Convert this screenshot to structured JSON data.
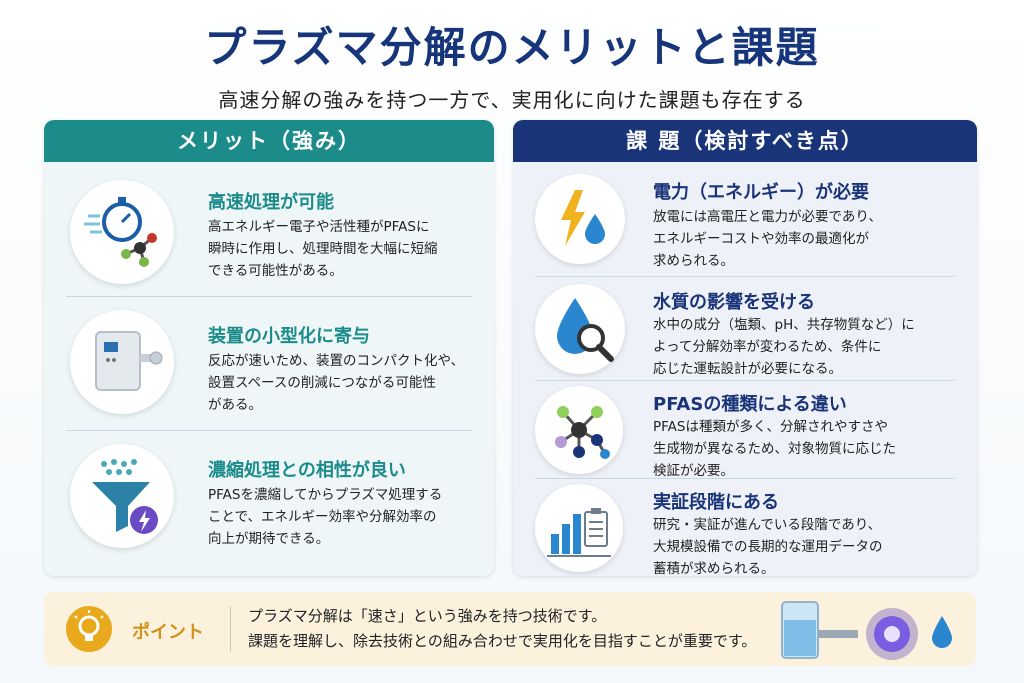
{
  "title": "プラズマ分解のメリットと課題",
  "subtitle": "高速分解の強みを持つ一方で、実用化に向けた課題も存在する",
  "merits": {
    "heading": "メリット（強み）",
    "items": [
      {
        "title": "高速処理が可能",
        "lines": [
          "高エネルギー電子や活性種がPFASに",
          "瞬時に作用し、処理時間を大幅に短縮",
          "できる可能性がある。"
        ],
        "icon": "stopwatch-molecule-icon"
      },
      {
        "title": "装置の小型化に寄与",
        "lines": [
          "反応が速いため、装置のコンパクト化や、",
          "設置スペースの削減につながる可能性",
          "がある。"
        ],
        "icon": "compact-device-icon"
      },
      {
        "title": "濃縮処理との相性が良い",
        "lines": [
          "PFASを濃縮してからプラズマ処理する",
          "ことで、エネルギー効率や分解効率の",
          "向上が期待できる。"
        ],
        "icon": "funnel-lightning-icon"
      }
    ]
  },
  "issues": {
    "heading": "課 題（検討すべき点）",
    "items": [
      {
        "title": "電力（エネルギー）が必要",
        "lines": [
          "放電には高電圧と電力が必要であり、",
          "エネルギーコストや効率の最適化が",
          "求められる。"
        ],
        "icon": "lightning-drop-icon"
      },
      {
        "title": "水質の影響を受ける",
        "lines": [
          "水中の成分（塩類、pH、共存物質など）に",
          "よって分解効率が変わるため、条件に",
          "応じた運転設計が必要になる。"
        ],
        "icon": "drop-magnifier-icon"
      },
      {
        "title": "PFASの種類による違い",
        "lines": [
          "PFASは種類が多く、分解されやすさや",
          "生成物が異なるため、対象物質に応じた",
          "検証が必要。"
        ],
        "icon": "molecule-icon"
      },
      {
        "title": "実証段階にある",
        "lines": [
          "研究・実証が進んでいる段階であり、",
          "大規模設備での長期的な運用データの",
          "蓄積が求められる。"
        ],
        "icon": "bar-chart-clipboard-icon"
      }
    ]
  },
  "point": {
    "label": "ポイント",
    "lines": [
      "プラズマ分解は「速さ」という強みを持つ技術です。",
      "課題を理解し、除去技術との組み合わせで実用化を目指すことが重要です。"
    ]
  },
  "colors": {
    "merit_accent": "#1b8c8a",
    "issue_accent": "#1a3479",
    "title": "#17357a",
    "point_accent": "#e9a91c"
  }
}
